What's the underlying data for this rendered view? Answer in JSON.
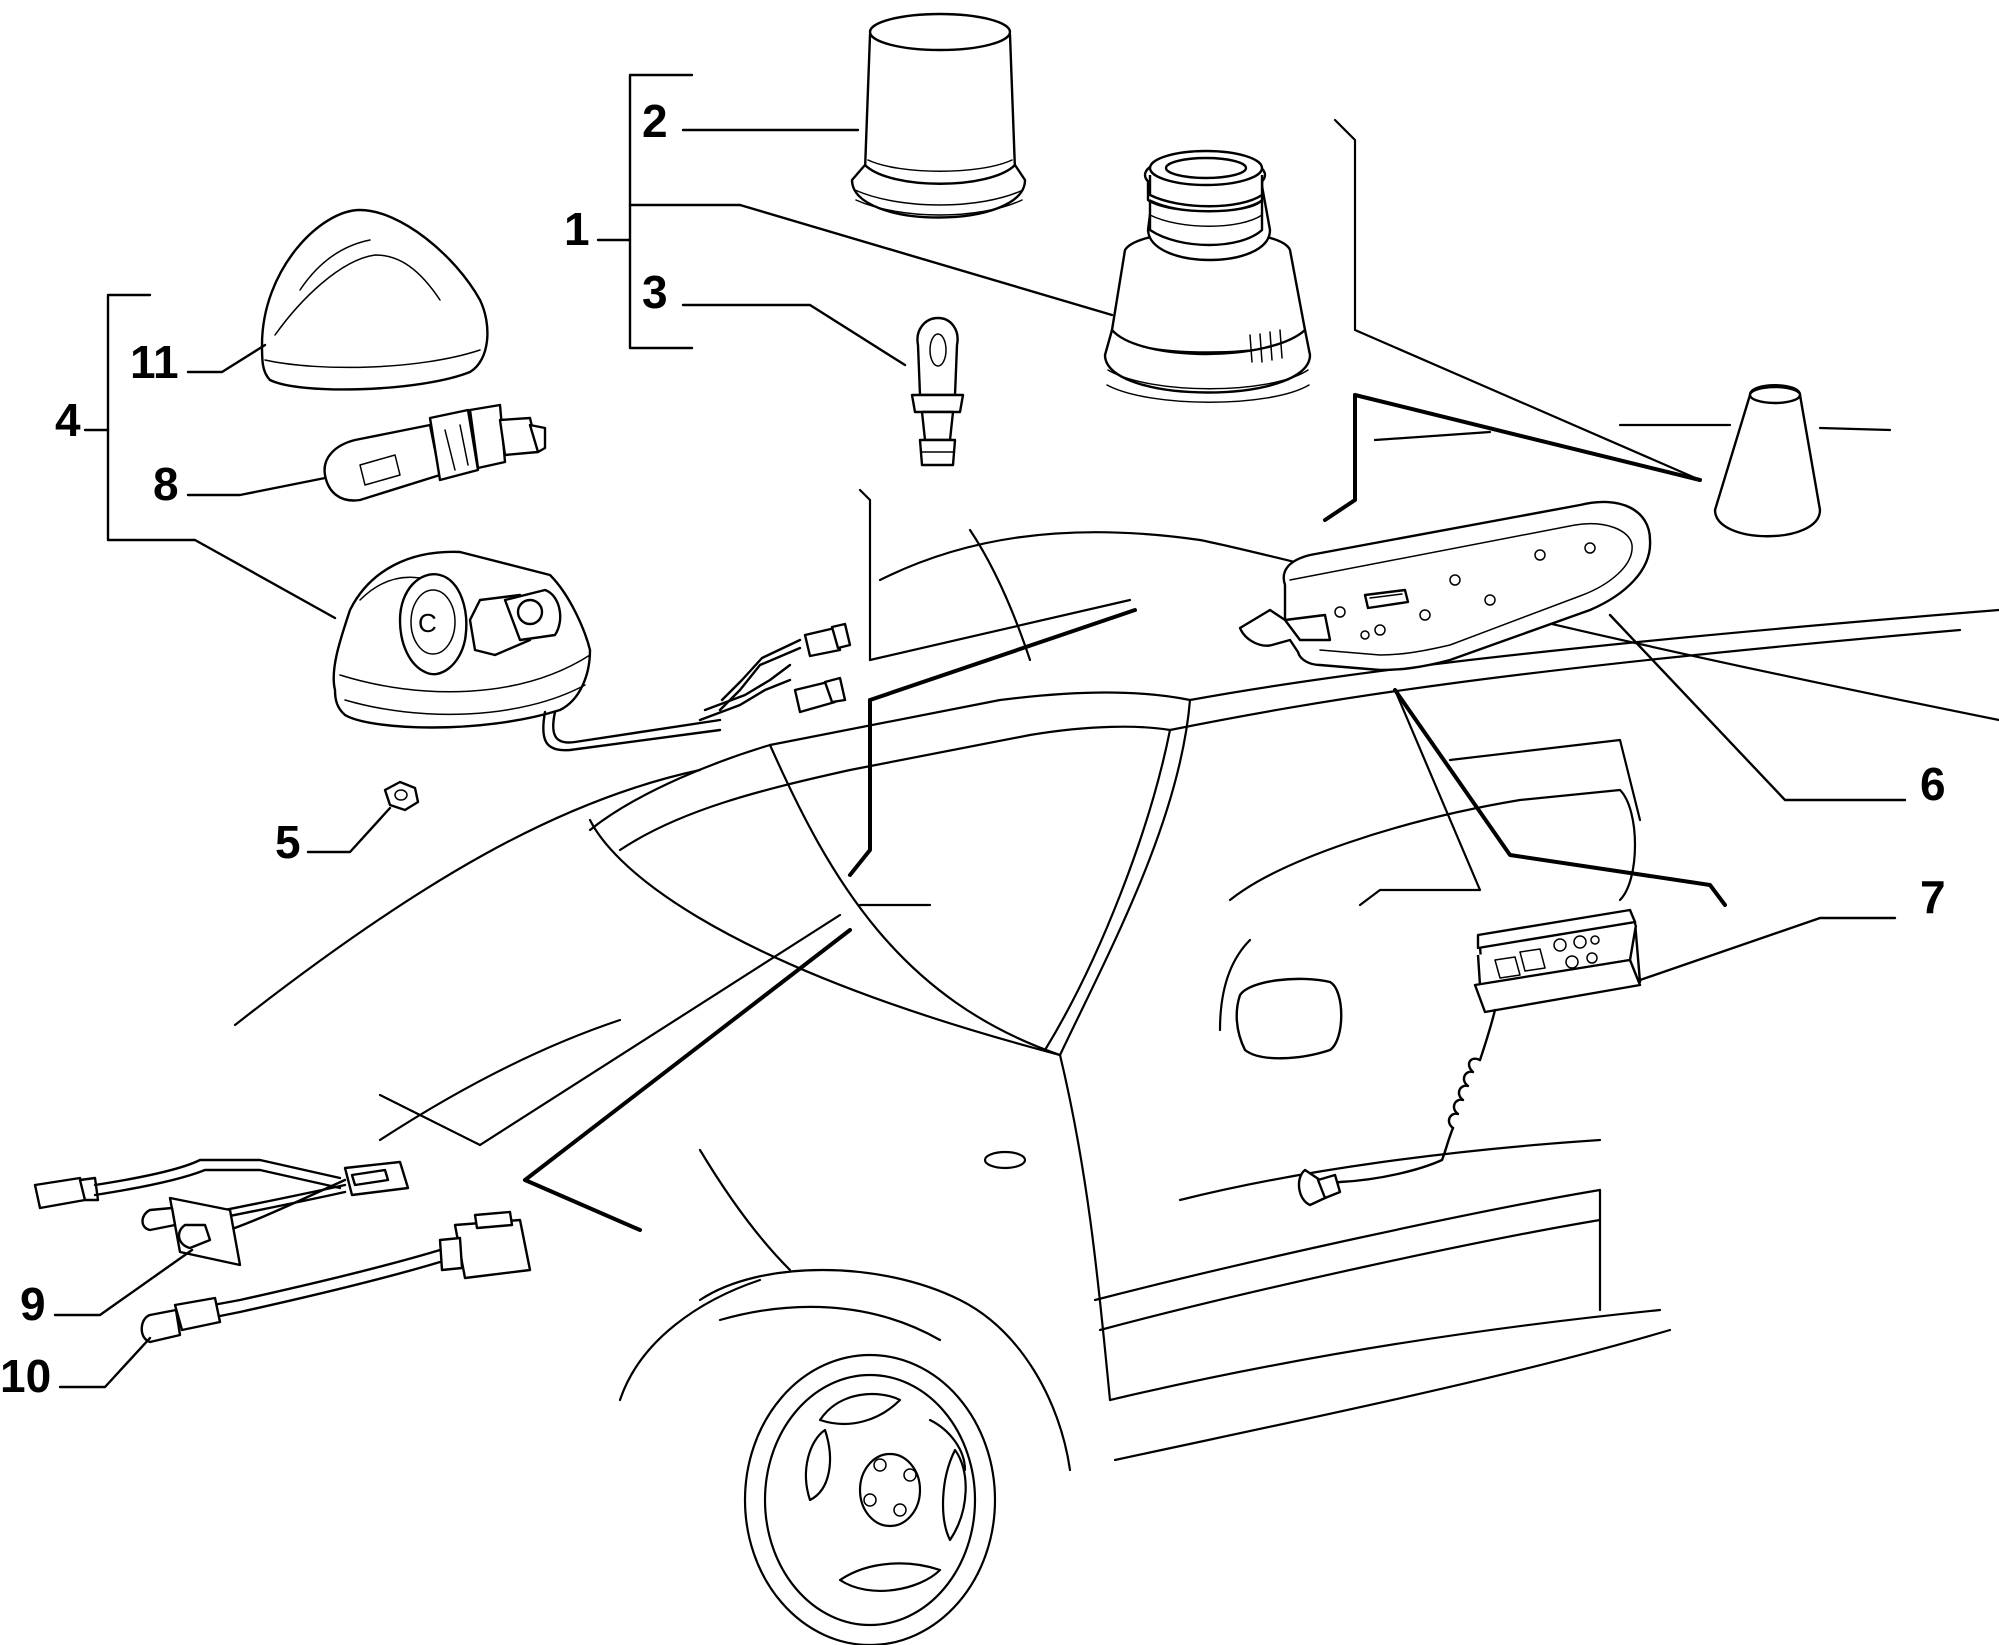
{
  "callouts": [
    {
      "id": "1",
      "text": "1"
    },
    {
      "id": "2",
      "text": "2"
    },
    {
      "id": "3",
      "text": "3"
    },
    {
      "id": "4",
      "text": "4"
    },
    {
      "id": "5",
      "text": "5"
    },
    {
      "id": "6",
      "text": "6"
    },
    {
      "id": "7",
      "text": "7"
    },
    {
      "id": "8",
      "text": "8"
    },
    {
      "id": "9",
      "text": "9"
    },
    {
      "id": "10",
      "text": "10"
    },
    {
      "id": "11",
      "text": "11"
    }
  ],
  "colors": {
    "ink": "#000000",
    "paper": "#ffffff"
  }
}
